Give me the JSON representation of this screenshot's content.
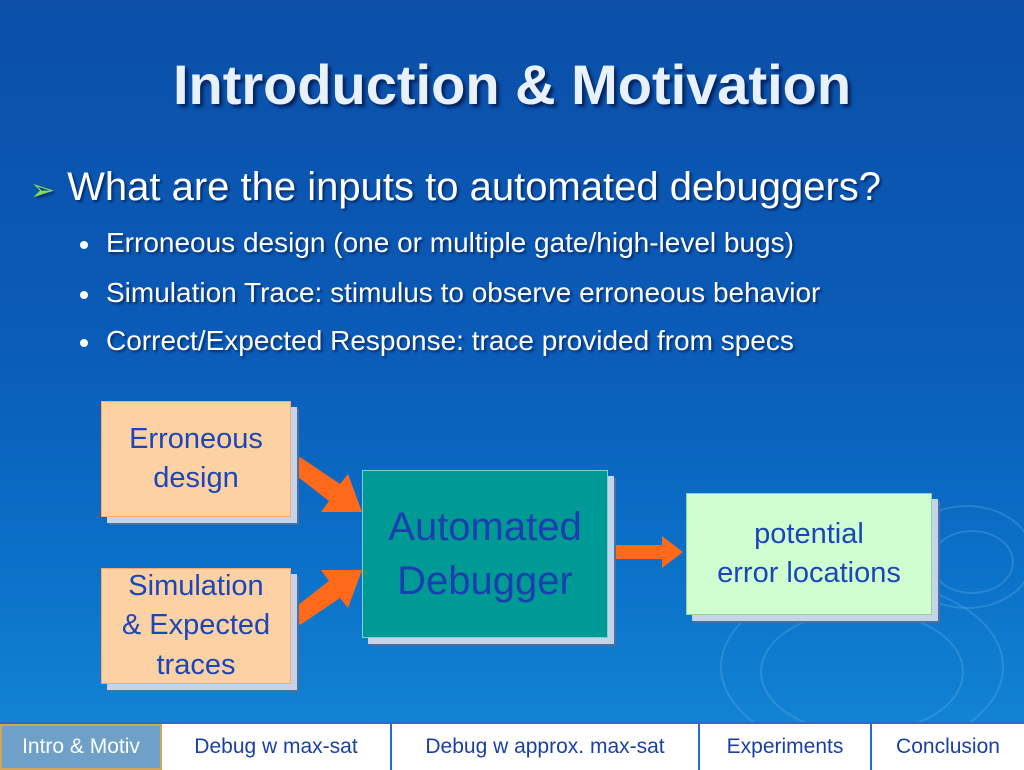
{
  "slide": {
    "title": "Introduction & Motivation",
    "main_bullet": "What are the inputs to automated debuggers?",
    "sub_bullets": [
      "Erroneous design (one or multiple gate/high-level bugs)",
      "Simulation Trace: stimulus to observe erroneous behavior",
      "Correct/Expected Response: trace provided from specs"
    ]
  },
  "diagram": {
    "input1": [
      "Erroneous",
      "design"
    ],
    "input2": [
      "Simulation",
      "& Expected",
      "traces"
    ],
    "debugger": [
      "Automated",
      "Debugger"
    ],
    "output": [
      "potential",
      "error locations"
    ]
  },
  "nav": {
    "items": [
      "Intro & Motiv",
      "Debug w max-sat",
      "Debug w approx. max-sat",
      "Experiments",
      "Conclusion"
    ],
    "active_index": 0
  },
  "colors": {
    "arrow": "#ff6a1a",
    "bullet_arrow": "#7ee05a",
    "input_box": "#fcd1a4",
    "debugger_box": "#009a96",
    "output_box": "#cfffd0"
  }
}
